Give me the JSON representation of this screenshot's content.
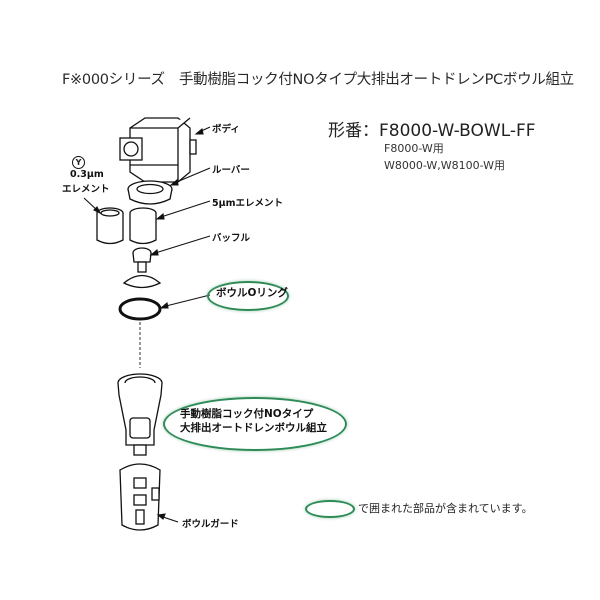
{
  "header": {
    "title": "F※000シリーズ　手動樹脂コック付NOタイプ大排出オートドレンPCボウル組立"
  },
  "model": {
    "label": "形番：F8000-W-BOWL-FF",
    "compat": [
      "F8000-W用",
      "W8000-W,W8100-W用"
    ]
  },
  "parts": [
    {
      "name": "body",
      "label": "ボディ"
    },
    {
      "name": "louver",
      "label": "ルーバー"
    },
    {
      "name": "element-5um",
      "label": "5μmエレメント"
    },
    {
      "name": "baffle",
      "label": "バッフル"
    },
    {
      "name": "bowl-oring",
      "label": "ボウルOリング",
      "highlighted": true
    },
    {
      "name": "bowl-assembly",
      "label_line1": "手動樹脂コック付NOタイプ",
      "label_line2": "大排出オートドレンボウル組立",
      "highlighted": true
    },
    {
      "name": "bowl-guard",
      "label": "ボウルガード"
    }
  ],
  "optional_part": {
    "marker": "Y",
    "label_line1": "0.3μm",
    "label_line2": "エレメント"
  },
  "legend": {
    "text": "で囲まれた部品が含まれています。"
  },
  "colors": {
    "highlight": "#2e8b57"
  }
}
